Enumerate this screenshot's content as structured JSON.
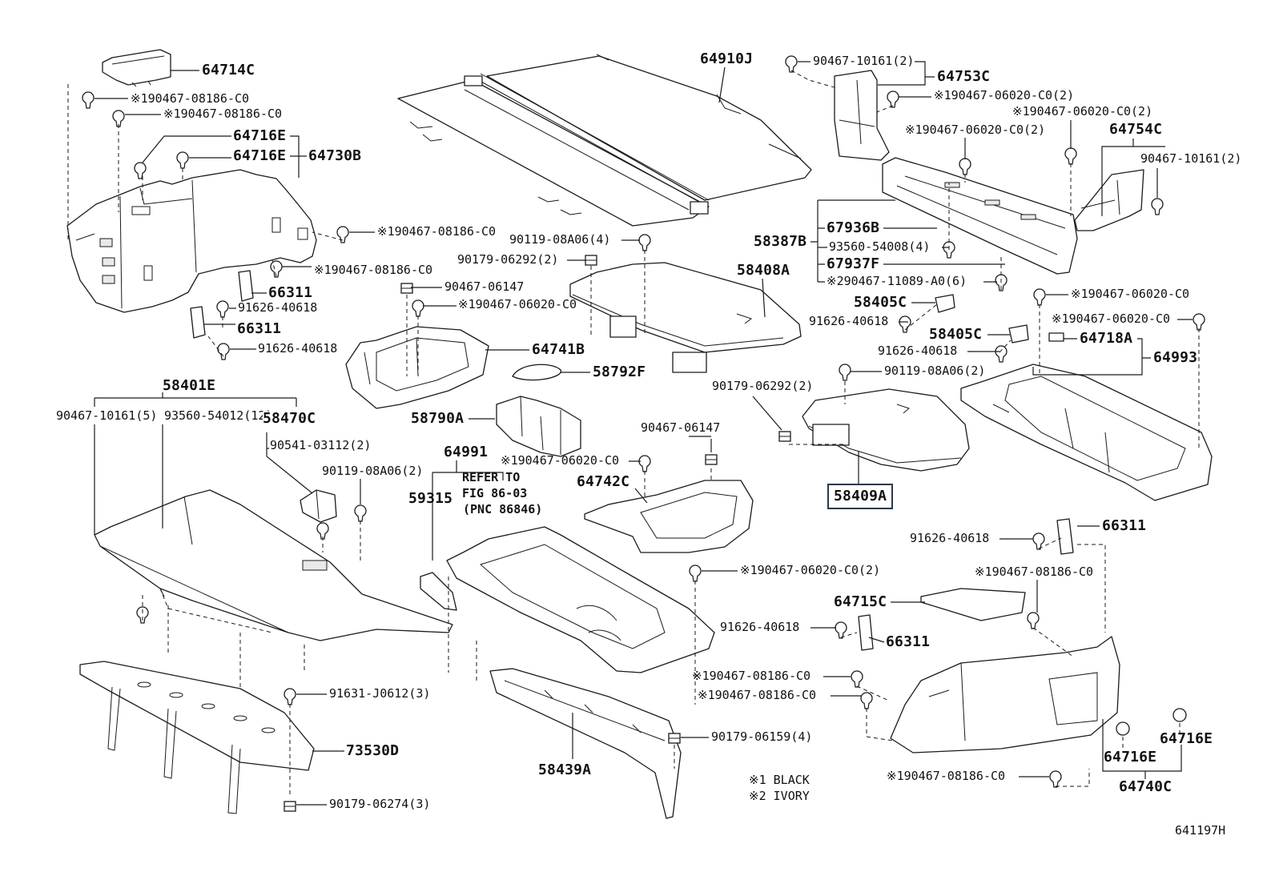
{
  "figure_id": "641197H",
  "notes": {
    "note1": "※1 BLACK",
    "note2": "※2 IVORY"
  },
  "reference": {
    "line1": "REFER TO",
    "line2": "FIG 86-03",
    "line3": "(PNC 86846)"
  },
  "labels": {
    "upper_left": [
      "64714C",
      "※190467-08186-C0",
      "※190467-08186-C0",
      "64716E",
      "64716E",
      "64730B",
      "※190467-08186-C0",
      "※190467-08186-C0",
      "66311",
      "91626-40618",
      "66311",
      "91626-40618"
    ],
    "upper_center": [
      "64910J",
      "90119-08A06(4)",
      "90179-06292(2)",
      "90467-06147",
      "※190467-06020-C0",
      "58408A",
      "64741B",
      "58792F"
    ],
    "upper_right": [
      "90467-10161(2)",
      "64753C",
      "※190467-06020-C0(2)",
      "※190467-06020-C0(2)",
      "※190467-06020-C0(2)",
      "64754C",
      "90467-10161(2)",
      "67936B",
      "58387B",
      "93560-54008(4)",
      "67937F",
      "※290467-11089-A0(6)",
      "58405C",
      "91626-40618",
      "58405C",
      "91626-40618",
      "90119-08A06(2)",
      "90179-06292(2)",
      "※190467-06020-C0",
      "※190467-06020-C0",
      "64718A",
      "64993",
      "58409A"
    ],
    "middle": [
      "58401E",
      "90467-10161(5)",
      "93560-54012(12)",
      "58470C",
      "90541-03112(2)",
      "90119-08A06(2)",
      "58790A",
      "90467-06147",
      "64991",
      "※190467-06020-C0",
      "59315",
      "64742C"
    ],
    "lower_right": [
      "66311",
      "91626-40618",
      "※190467-08186-C0",
      "※190467-06020-C0(2)",
      "64715C",
      "91626-40618",
      "66311",
      "※190467-08186-C0",
      "※190467-08186-C0",
      "64716E",
      "64716E",
      "※190467-08186-C0",
      "64740C"
    ],
    "bottom": [
      "91631-J0612(3)",
      "73530D",
      "90179-06274(3)",
      "90179-06159(4)",
      "58439A"
    ]
  }
}
